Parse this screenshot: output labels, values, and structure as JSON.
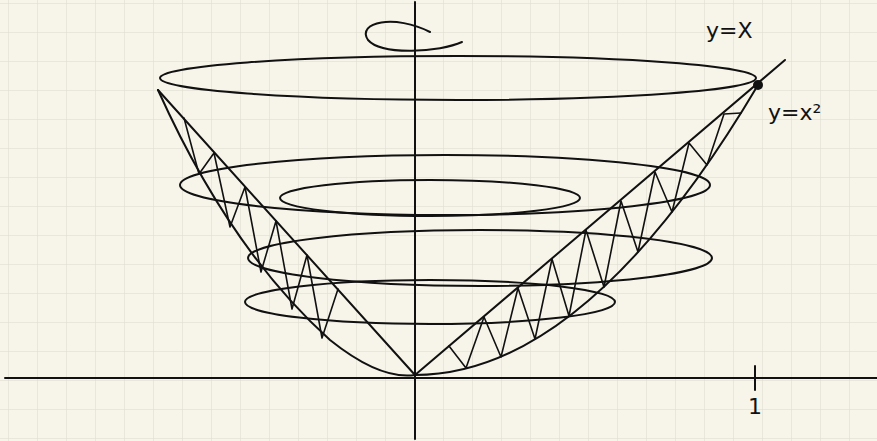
{
  "diagram": {
    "labels": [
      "y=X",
      "y=x²",
      "1"
    ]
  }
}
